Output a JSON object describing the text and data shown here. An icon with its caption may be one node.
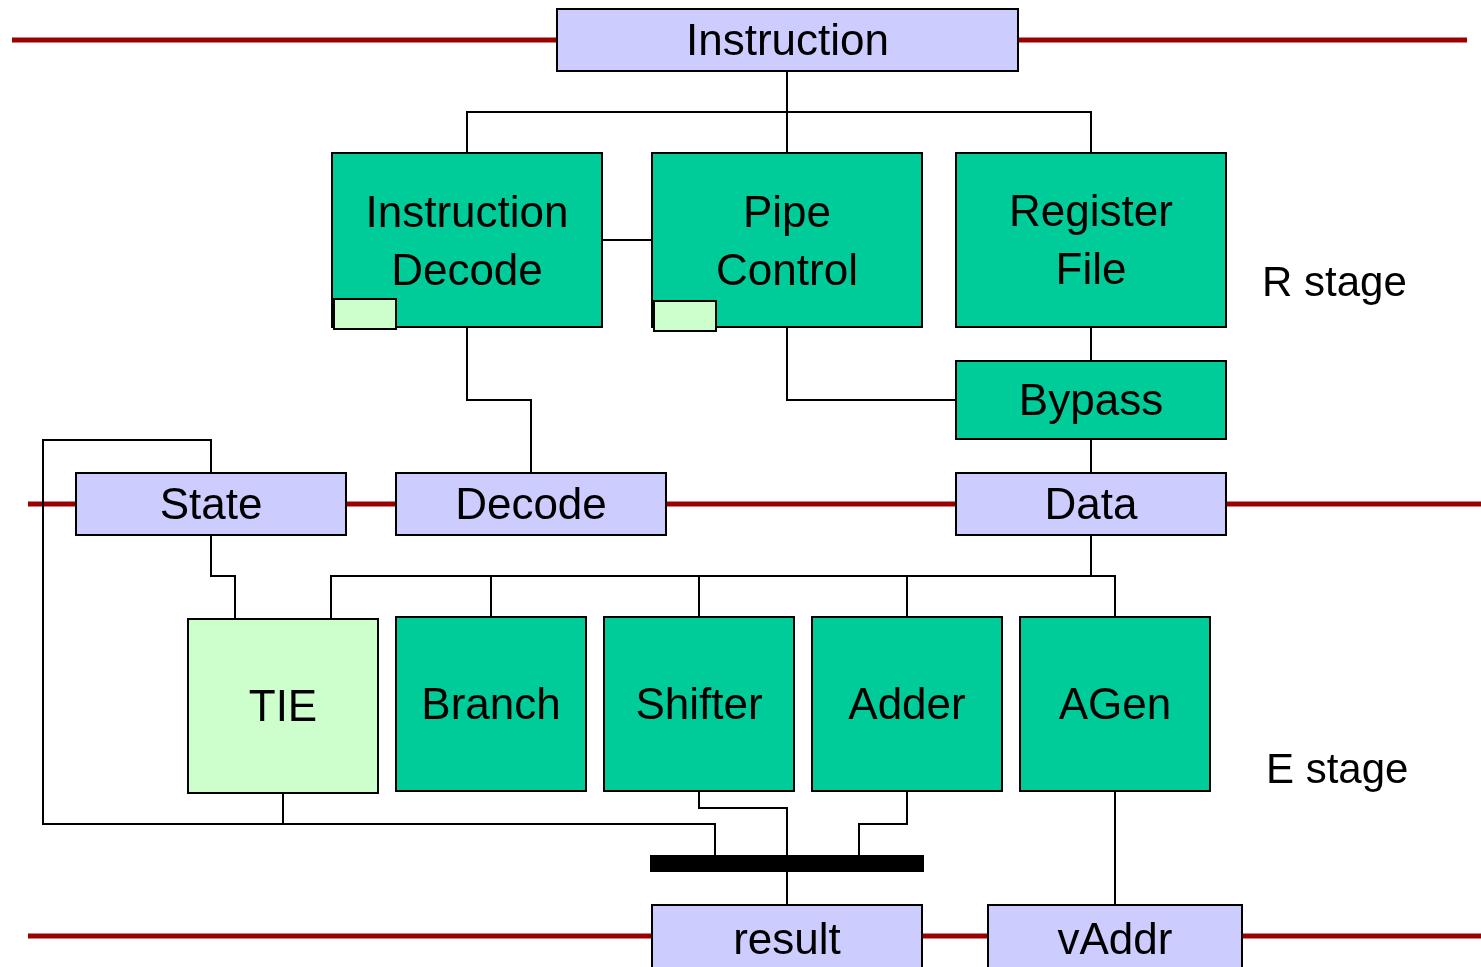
{
  "diagram": {
    "nodes": [
      {
        "text": [
          "Instruction"
        ]
      },
      {
        "text": [
          "Instruction Decode"
        ]
      },
      {
        "text": [],
        "shape": "box",
        "in": 1
      },
      {
        "text": [
          "Pipe Control"
        ]
      },
      {
        "text": [],
        "shape": "box",
        "in": 3
      },
      {
        "text": [
          "Register File"
        ]
      },
      {
        "text": [
          "Bypass"
        ]
      },
      {
        "text": [
          "State"
        ]
      },
      {
        "text": [
          "Decode"
        ]
      },
      {
        "text": [
          "Data"
        ]
      },
      {
        "text": [
          "TIE"
        ]
      },
      {
        "text": [
          "Branch"
        ]
      },
      {
        "text": [
          "Shifter"
        ]
      },
      {
        "text": [
          "Adder"
        ]
      },
      {
        "text": [
          "AGen"
        ]
      },
      {
        "text": [],
        "shape": "bar"
      },
      {
        "text": [
          "result"
        ]
      },
      {
        "text": [
          "vAddr"
        ]
      }
    ],
    "edges": [
      {
        "from": 0,
        "to": 1,
        "arrow": "none"
      },
      {
        "from": 0,
        "to": 3,
        "arrow": "none"
      },
      {
        "from": 0,
        "to": 5,
        "arrow": "none"
      },
      {
        "from": 1,
        "to": 3,
        "arrow": "none"
      },
      {
        "from": 5,
        "to": 6,
        "arrow": "none"
      },
      {
        "from": 3,
        "to": 6,
        "arrow": "none"
      },
      {
        "from": 1,
        "to": 8,
        "arrow": "none"
      },
      {
        "from": 6,
        "to": 9,
        "arrow": "none"
      },
      {
        "from": 9,
        "to": 10,
        "arrow": "none"
      },
      {
        "from": 9,
        "to": 11,
        "arrow": "none"
      },
      {
        "from": 9,
        "to": 12,
        "arrow": "none"
      },
      {
        "from": 9,
        "to": 13,
        "arrow": "none"
      },
      {
        "from": 9,
        "to": 14,
        "arrow": "none"
      },
      {
        "from": 7,
        "to": 10,
        "arrow": "none"
      },
      {
        "from": 10,
        "to": 7,
        "arrow": "none"
      },
      {
        "from": 10,
        "to": 15,
        "arrow": "none"
      },
      {
        "from": 12,
        "to": 15,
        "arrow": "none"
      },
      {
        "from": 13,
        "to": 15,
        "arrow": "none"
      },
      {
        "from": 15,
        "to": 16,
        "arrow": "none"
      },
      {
        "from": 14,
        "to": 17,
        "arrow": "none"
      }
    ],
    "labels": [
      "R stage",
      "E stage"
    ]
  }
}
